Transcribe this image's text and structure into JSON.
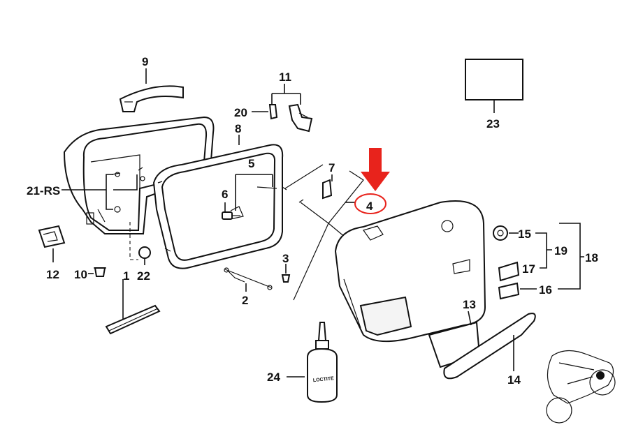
{
  "labels": {
    "l1": "1",
    "l2": "2",
    "l3": "3",
    "l4": "4",
    "l5": "5",
    "l6": "6",
    "l7": "7",
    "l8": "8",
    "l9": "9",
    "l10": "10",
    "l11": "11",
    "l12": "12",
    "l13": "13",
    "l14": "14",
    "l15": "15",
    "l16": "16",
    "l17": "17",
    "l18": "18",
    "l19": "19",
    "l20": "20",
    "l21": "21-RS",
    "l22": "22",
    "l23": "23",
    "l24": "24"
  },
  "bottle_text": "LOCTITE",
  "colors": {
    "highlight": "#e8231c",
    "line": "#111111",
    "fill": "#ffffff",
    "shade": "#dcdcdc"
  },
  "icons": {
    "arrow": "red-down-arrow-icon",
    "motorcycle": "motorcycle-silhouette-icon"
  }
}
